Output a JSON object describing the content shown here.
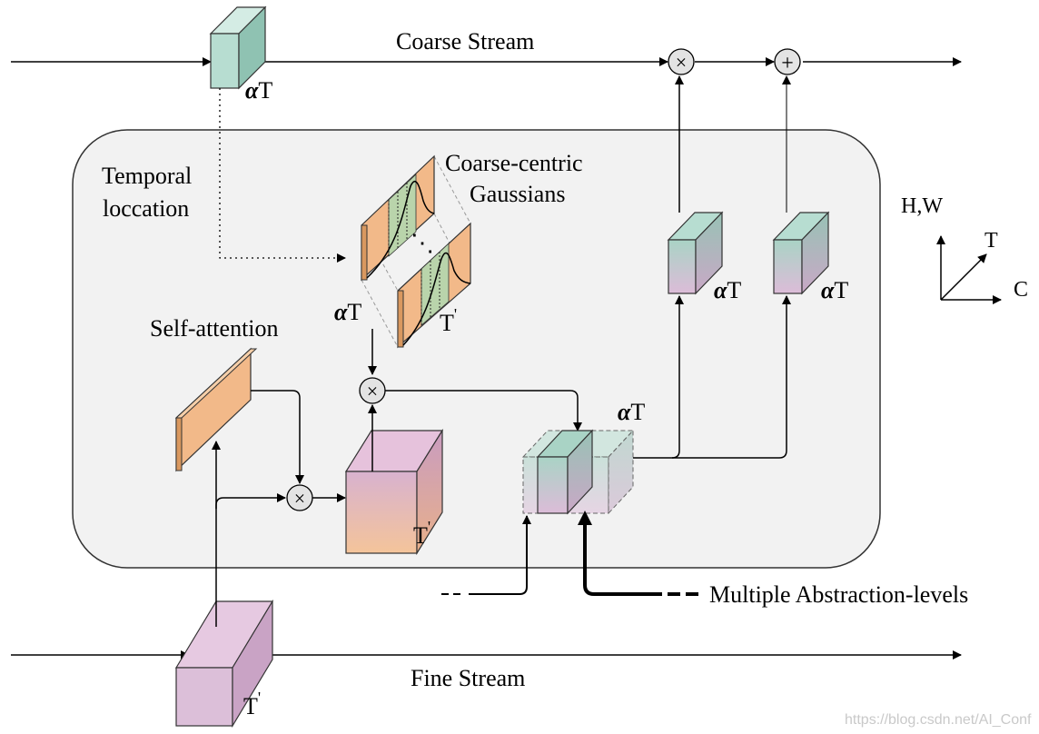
{
  "labels": {
    "coarse_stream": "Coarse Stream",
    "fine_stream": "Fine Stream",
    "temporal_location_line1": "Temporal",
    "temporal_location_line2": "loccation",
    "coarse_centric_line1": "Coarse-centric",
    "coarse_centric_line2": "Gaussians",
    "self_attention": "Self-attention",
    "multiple_abstraction": "Multiple Abstraction-levels",
    "alpha_symbol": "α",
    "T": "T",
    "T_prime": "T",
    "prime_mark": "'",
    "multiply_symbol": "×",
    "add_symbol": "+"
  },
  "axes": {
    "hw": "H,W",
    "t": "T",
    "c": "C"
  },
  "watermark": "https://blog.csdn.net/AI_Conf",
  "colors": {
    "teal": "#b7ddd1",
    "pink": "#dcbfd9",
    "orange": "#f2b989",
    "green": "#b9d4ab",
    "panel": "#f2f2f2",
    "node": "#e3e3e3"
  }
}
